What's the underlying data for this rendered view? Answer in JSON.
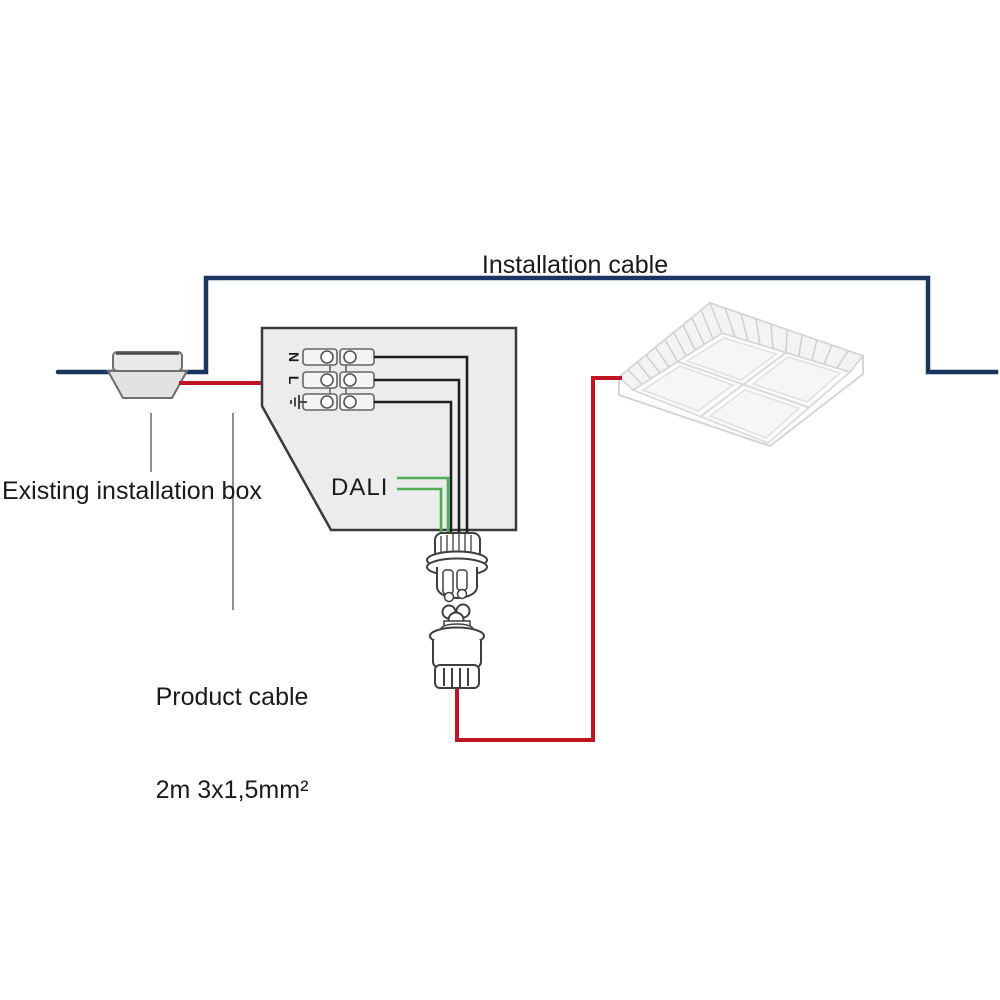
{
  "labels": {
    "installation_cable": "Installation cable",
    "existing_installation_box": "Existing installation box",
    "product_cable_line1": "Product cable",
    "product_cable_line2": "2m 3x1,5mm²",
    "dali": "DALI"
  },
  "terminal_block": {
    "terminals": [
      {
        "label": "N"
      },
      {
        "label": "L"
      },
      {
        "label": "",
        "icon": "earth-ground-icon"
      }
    ]
  },
  "colors": {
    "installation_cable": "#1a3560",
    "product_cable": "#bf1421",
    "dali_line": "#4fae53",
    "callout_fill": "#ececec",
    "callout_border": "#3a3a3a",
    "wire": "#1f1f1f",
    "leader_line": "#8f8f8f",
    "text": "#1a1a1a"
  }
}
